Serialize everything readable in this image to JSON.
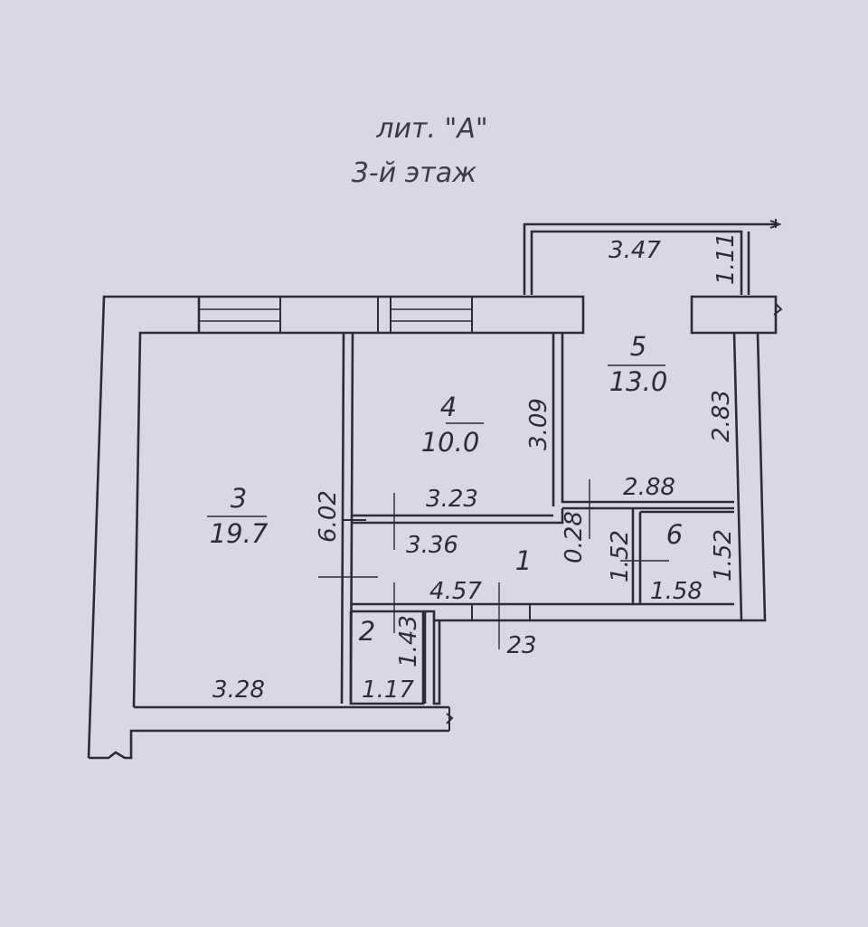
{
  "title": {
    "line1": "лит. \"А\"",
    "line2": "3-й этаж"
  },
  "rooms": [
    {
      "number": "1",
      "area": ""
    },
    {
      "number": "2",
      "area": ""
    },
    {
      "number": "3",
      "area": "19.7"
    },
    {
      "number": "4",
      "area": "10.0"
    },
    {
      "number": "5",
      "area": "13.0"
    },
    {
      "number": "6",
      "area": ""
    }
  ],
  "dimensions": {
    "balcony_width": "3.47",
    "balcony_depth": "1.11",
    "room3_height": "6.02",
    "room3_width": "3.28",
    "room4_width": "3.23",
    "room4_height": "3.09",
    "room5_height": "2.83",
    "room5_width": "2.88",
    "corridor_width_top": "3.36",
    "corridor_width_bottom": "4.57",
    "corridor_step": "0.28",
    "corridor_depth": "1.52",
    "room6_height": "1.52",
    "room6_width": "1.58",
    "room2_height": "1.43",
    "room2_width": "1.17",
    "entry_width": "23"
  }
}
